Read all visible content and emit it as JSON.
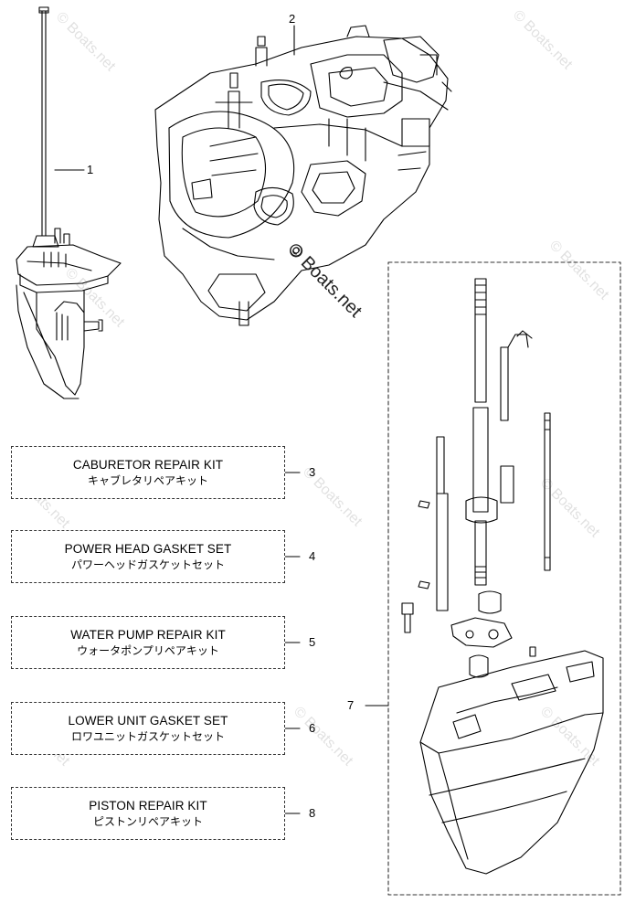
{
  "callouts": {
    "c1": "1",
    "c2": "2",
    "c3": "3",
    "c4": "4",
    "c5": "5",
    "c6": "6",
    "c7": "7",
    "c8": "8"
  },
  "kits": [
    {
      "en": "CABURETOR REPAIR KIT",
      "jp": "キャブレタリペアキット"
    },
    {
      "en": "POWER HEAD GASKET SET",
      "jp": "パワーヘッドガスケットセット"
    },
    {
      "en": "WATER PUMP REPAIR KIT",
      "jp": "ウォータポンプリペアキット"
    },
    {
      "en": "LOWER UNIT GASKET SET",
      "jp": "ロワユニットガスケットセット"
    },
    {
      "en": "PISTON REPAIR KIT",
      "jp": "ピストンリペアキット"
    }
  ],
  "watermark": {
    "main": "© Boats.net",
    "faint": "© Boats.net"
  },
  "colors": {
    "line": "#000000",
    "watermark": "#bfbfbf"
  }
}
